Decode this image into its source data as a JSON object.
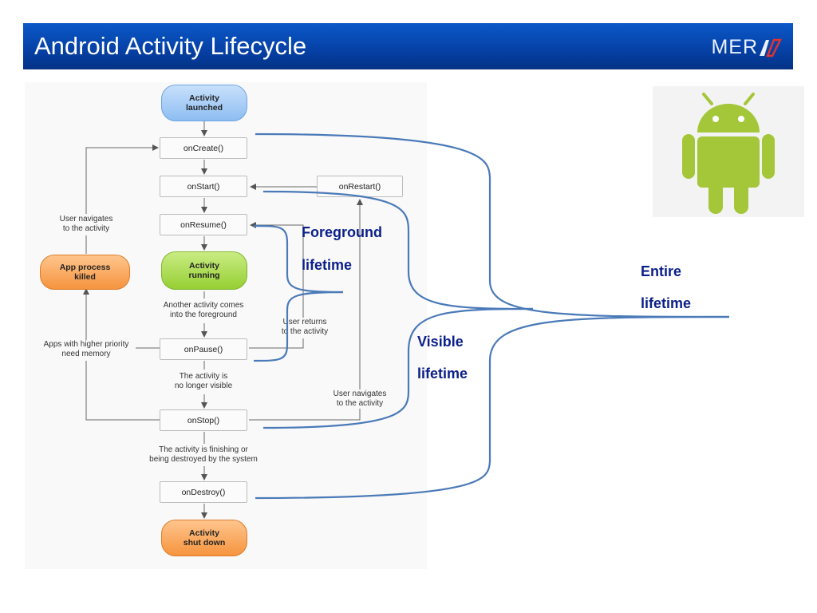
{
  "header": {
    "title": "Android Activity Lifecycle",
    "logo_text": "MER",
    "accent_color": "#e5322d"
  },
  "nodes": {
    "launched": "Activity\nlaunched",
    "on_create": "onCreate()",
    "on_start": "onStart()",
    "on_restart": "onRestart()",
    "on_resume": "onResume()",
    "running": "Activity\nrunning",
    "app_killed": "App process\nkilled",
    "on_pause": "onPause()",
    "on_stop": "onStop()",
    "on_destroy": "onDestroy()",
    "shut_down": "Activity\nshut down"
  },
  "notes": {
    "user_navigates_left": "User navigates\nto the activity",
    "another_activity": "Another activity comes\ninto the foreground",
    "user_returns": "User returns\nto the activity",
    "higher_priority": "Apps with higher priority\nneed memory",
    "no_longer_visible": "The activity is\nno longer visible",
    "user_navigates_right": "User navigates\nto the activity",
    "finishing": "The activity is finishing or\nbeing destroyed by the system"
  },
  "lifetimes": {
    "foreground_1": "Foreground",
    "foreground_2": "lifetime",
    "visible_1": "Visible",
    "visible_2": "lifetime",
    "entire_1": "Entire",
    "entire_2": "lifetime"
  },
  "colors": {
    "bracket": "#4a7ab8",
    "android_green": "#a4c639",
    "label": "#0b1f8a"
  },
  "icons": {
    "logo": "mera-logo-icon",
    "android": "android-robot-icon"
  }
}
